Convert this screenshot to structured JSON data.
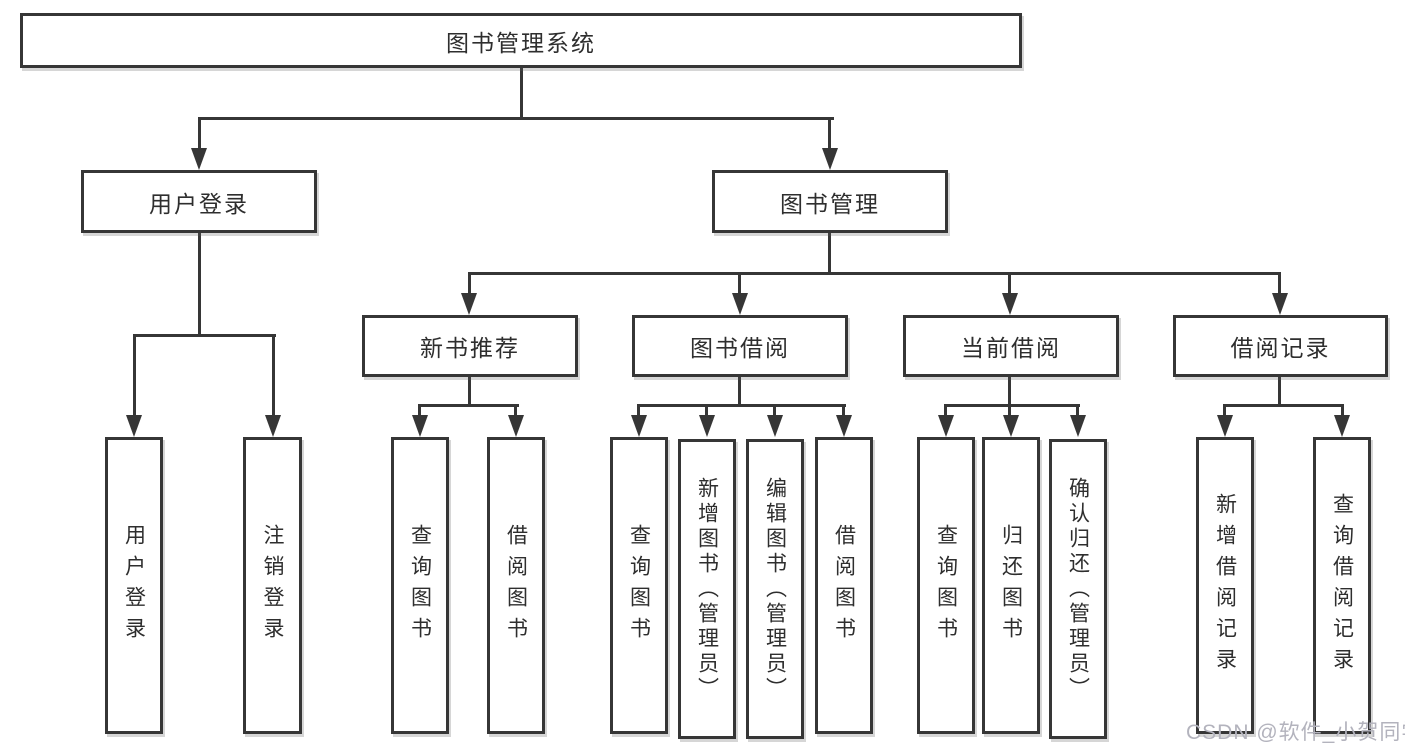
{
  "diagram": {
    "root": {
      "label": "图书管理系统"
    },
    "level2": [
      {
        "label": "用户登录"
      },
      {
        "label": "图书管理"
      }
    ],
    "level3": [
      {
        "label": "新书推荐"
      },
      {
        "label": "图书借阅"
      },
      {
        "label": "当前借阅"
      },
      {
        "label": "借阅记录"
      }
    ],
    "leaves": {
      "user_login": [
        "用户登录",
        "注销登录"
      ],
      "new_book": [
        "查询图书",
        "借阅图书"
      ],
      "book_borrow": [
        "查询图书",
        "新增图书（管理员）",
        "编辑图书（管理员）",
        "借阅图书"
      ],
      "current_borrow": [
        "查询图书",
        "归还图书",
        "确认归还（管理员）"
      ],
      "borrow_record": [
        "新增借阅记录",
        "查询借阅记录"
      ]
    }
  },
  "watermark": {
    "text": "CSDN @软件_小贺同学",
    "color": "#b3b3bd"
  },
  "colors": {
    "line": "#363636",
    "box_background": "#ffffff",
    "box_border": "#363636",
    "text": "#2e2e2e"
  }
}
